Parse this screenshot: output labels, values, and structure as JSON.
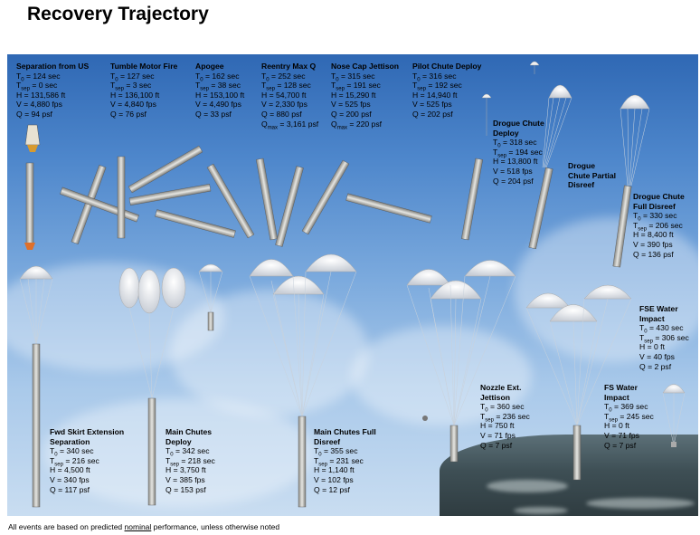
{
  "title": "Recovery Trajectory",
  "footer": {
    "before": "All events are based on predicted ",
    "emph": "nominal",
    "after": " performance, unless otherwise noted"
  },
  "events": [
    {
      "key": "separation",
      "title": [
        "Separation from US"
      ],
      "values": [
        "124 sec",
        "0 sec",
        "131,586 ft",
        "4,880 fps",
        "94 psf"
      ]
    },
    {
      "key": "tumble",
      "title": [
        "Tumble Motor Fire"
      ],
      "values": [
        "127 sec",
        "3 sec",
        "136,100 ft",
        "4,840 fps",
        "76 psf"
      ]
    },
    {
      "key": "apogee",
      "title": [
        "Apogee"
      ],
      "values": [
        "162 sec",
        "38 sec",
        "153,100 ft",
        "4,490 fps",
        "33 psf"
      ]
    },
    {
      "key": "reentry",
      "title": [
        "Reentry Max Q"
      ],
      "values": [
        "252 sec",
        "128 sec",
        "54,700 ft",
        "2,330 fps",
        "880 psf"
      ],
      "qmax": "3,161 psf"
    },
    {
      "key": "nosecap",
      "title": [
        "Nose Cap Jettison"
      ],
      "values": [
        "315 sec",
        "191 sec",
        "15,290 ft",
        "525 fps",
        "200 psf"
      ],
      "qmax": "220 psf"
    },
    {
      "key": "pilot",
      "title": [
        "Pilot Chute Deploy"
      ],
      "values": [
        "316 sec",
        "192 sec",
        "14,940 ft",
        "525 fps",
        "202 psf"
      ]
    },
    {
      "key": "drogue",
      "title": [
        "Drogue Chute",
        "Deploy"
      ],
      "values": [
        "318 sec",
        "194 sec",
        "13,800 ft",
        "518 fps",
        "204 psf"
      ]
    },
    {
      "key": "droguepartial",
      "title": [
        "Drogue",
        "Chute Partial",
        "Disreef"
      ],
      "values": []
    },
    {
      "key": "droguefull",
      "title": [
        "Drogue Chute",
        "Full Disreef"
      ],
      "values": [
        "330 sec",
        "206 sec",
        "8,400 ft",
        "390 fps",
        "136 psf"
      ]
    },
    {
      "key": "fwdskirt",
      "title": [
        "Fwd Skirt Extension",
        "Separation"
      ],
      "values": [
        "340 sec",
        "216 sec",
        "4,500 ft",
        "340 fps",
        "117 psf"
      ]
    },
    {
      "key": "maindeploy",
      "title": [
        "Main Chutes",
        "Deploy"
      ],
      "values": [
        "342 sec",
        "218 sec",
        "3,750 ft",
        "385 fps",
        "153 psf"
      ]
    },
    {
      "key": "mainfull",
      "title": [
        "Main Chutes Full",
        "Disreef"
      ],
      "values": [
        "355 sec",
        "231 sec",
        "1,140 ft",
        "102 fps",
        "12 psf"
      ]
    },
    {
      "key": "nozzle",
      "title": [
        "Nozzle Ext.",
        "Jettison"
      ],
      "values": [
        "360 sec",
        "236 sec",
        "750 ft",
        "71 fps",
        "7 psf"
      ]
    },
    {
      "key": "fsewater",
      "title": [
        "FSE Water",
        "Impact"
      ],
      "values": [
        "430 sec",
        "306 sec",
        "0 ft",
        "40 fps",
        "2 psf"
      ]
    },
    {
      "key": "fswater",
      "title": [
        "FS Water",
        "Impact"
      ],
      "values": [
        "369 sec",
        "245 sec",
        "0 ft",
        "71 fps",
        "7 psf"
      ]
    }
  ],
  "labels": {
    "t0": "T",
    "t0sub": "0",
    "tsep": "T",
    "tsepsub": "sep",
    "h": "H",
    "v": "V",
    "q": "Q",
    "qmax": "Q",
    "qmaxsub": "max",
    "eq": " = "
  },
  "colors": {
    "sky_top": "#2f68b4",
    "sky_bottom": "#c9ddf1",
    "chute": "#f4f6f8",
    "booster": "#c8c8c4",
    "ocean": "#3e4f55"
  }
}
